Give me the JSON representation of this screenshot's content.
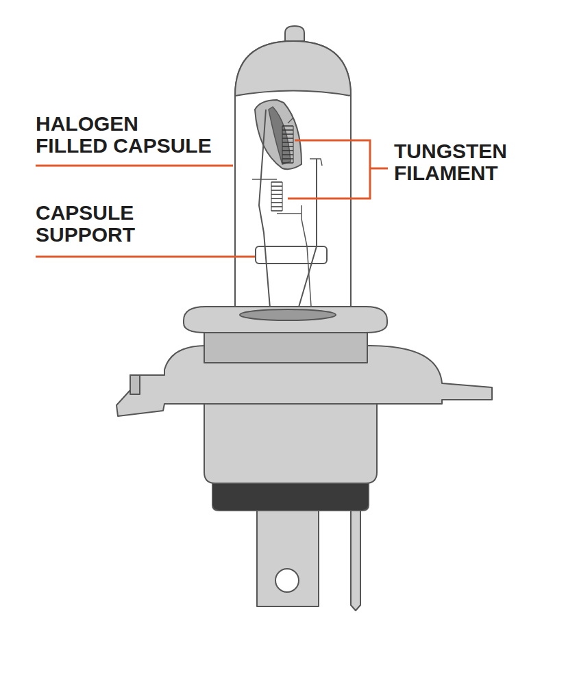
{
  "diagram": {
    "labels": [
      "HALOGEN FILLED CAPSULE",
      "TUNGSTEN FILAMENT",
      "CAPSULE SUPPORT"
    ]
  }
}
